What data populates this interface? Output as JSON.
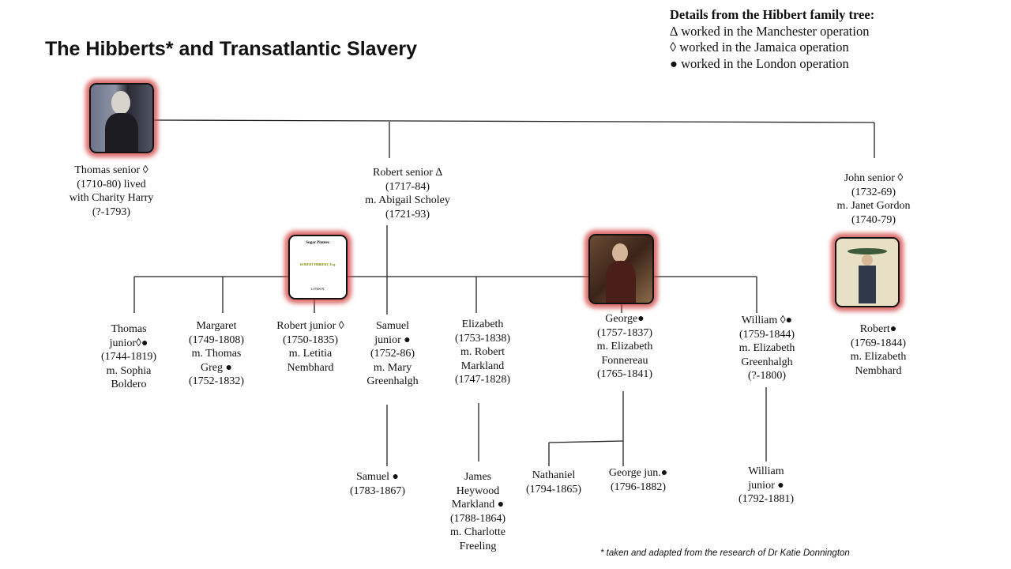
{
  "title": "The Hibberts* and Transatlantic Slavery",
  "legend": {
    "heading": "Details from the Hibbert family tree:",
    "items": [
      "∆ worked in the Manchester operation",
      "◊ worked in the Jamaica operation",
      "● worked in the London operation"
    ]
  },
  "people": {
    "thomas_senior": [
      "Thomas senior ◊",
      "(1710-80) lived",
      "with Charity Harry",
      "(?-1793)"
    ],
    "robert_senior": [
      "Robert senior ∆",
      "(1717-84)",
      "m. Abigail Scholey",
      "(1721-93)"
    ],
    "john_senior": [
      "John senior ◊",
      "(1732-69)",
      "m. Janet Gordon",
      "(1740-79)"
    ],
    "thomas_junior": [
      "Thomas",
      "junior◊●",
      "(1744-1819)",
      "m. Sophia",
      "Boldero"
    ],
    "margaret": [
      "Margaret",
      "(1749-1808)",
      "m. Thomas",
      "Greg ●",
      "(1752-1832)"
    ],
    "robert_junior": [
      "Robert junior ◊",
      "(1750-1835)",
      "m. Letitia",
      "Nembhard"
    ],
    "samuel_junior": [
      "Samuel",
      "junior ●",
      "(1752-86)",
      "m. Mary",
      "Greenhalgh"
    ],
    "elizabeth": [
      "Elizabeth",
      "(1753-1838)",
      "m. Robert",
      "Markland",
      "(1747-1828)"
    ],
    "george": [
      "George●",
      "(1757-1837)",
      "m. Elizabeth",
      "Fonnereau",
      "(1765-1841)"
    ],
    "william": [
      "William ◊●",
      "(1759-1844)",
      "m. Elizabeth",
      "Greenhalgh",
      "(?-1800)"
    ],
    "robert": [
      "Robert●",
      "(1769-1844)",
      "m. Elizabeth",
      "Nembhard"
    ],
    "samuel": [
      "Samuel ●",
      "(1783-1867)"
    ],
    "james": [
      "James",
      "Heywood",
      "Markland ●",
      "(1788-1864)",
      "m. Charlotte",
      "Freeling"
    ],
    "nathaniel": [
      "Nathaniel",
      "(1794-1865)"
    ],
    "george_jun": [
      "George jun.●",
      "(1796-1882)"
    ],
    "william_junior": [
      "William",
      "junior ●",
      "(1792-1881)"
    ]
  },
  "book": {
    "title": "Sugar Planter.",
    "author": "ROBERT HIBBERT, Esq.",
    "place": "LONDON."
  },
  "footnote": "* taken and adapted from the research of Dr Katie Donnington"
}
